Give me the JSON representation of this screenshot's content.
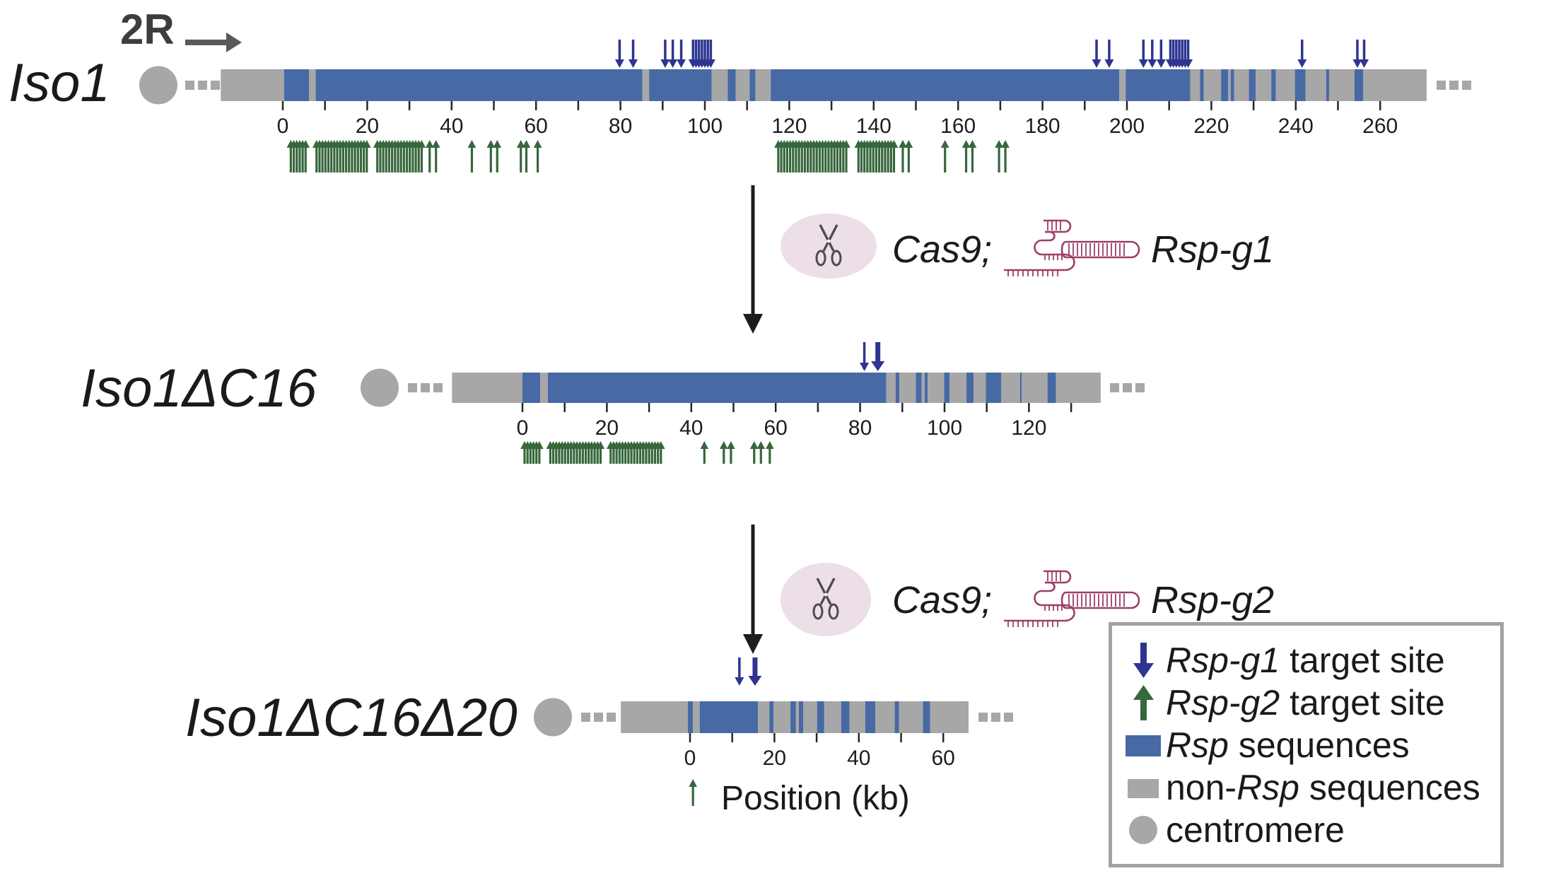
{
  "figure": {
    "arm_label": "2R",
    "position_axis_label": "Position (kb)"
  },
  "palette": {
    "rsp_blue": "#4769a4",
    "non_rsp_gray": "#a7a7a7",
    "g1_navy": "#2e3591",
    "g2_green": "#37673c",
    "ink": "#1c1c1c",
    "cas9_ellipse_pink": "#ecdfe8",
    "scissors_gray": "#4c4c4c",
    "grna_maroon": "#9c3e68",
    "arm_arrow_gray": "#58595b",
    "legend_border_gray": "#a2a2a2"
  },
  "tracks": [
    {
      "id": "Iso1",
      "label": "Iso1",
      "units": "kb",
      "tick_min": 0,
      "tick_max": 260,
      "tick_step": 10,
      "axis_labels": [
        0,
        20,
        40,
        60,
        80,
        100,
        120,
        140,
        160,
        180,
        200,
        220,
        240,
        260
      ],
      "segments": [
        [
          -14.7,
          0.3,
          "g"
        ],
        [
          0.3,
          6.2,
          "b"
        ],
        [
          6.2,
          7.8,
          "g"
        ],
        [
          7.8,
          85.2,
          "b"
        ],
        [
          85.2,
          86.8,
          "g"
        ],
        [
          86.8,
          101.6,
          "b"
        ],
        [
          101.6,
          105.4,
          "g"
        ],
        [
          105.4,
          107.3,
          "b"
        ],
        [
          107.3,
          110.6,
          "g"
        ],
        [
          110.6,
          112,
          "b"
        ],
        [
          112,
          115.6,
          "g"
        ],
        [
          115.6,
          198.2,
          "b"
        ],
        [
          198.2,
          199.7,
          "g"
        ],
        [
          199.7,
          215,
          "b"
        ],
        [
          215,
          217.3,
          "g"
        ],
        [
          217.3,
          218.2,
          "b"
        ],
        [
          218.2,
          222.3,
          "g"
        ],
        [
          222.3,
          224,
          "b"
        ],
        [
          224,
          224.6,
          "g"
        ],
        [
          224.6,
          225.4,
          "b"
        ],
        [
          225.4,
          228.9,
          "g"
        ],
        [
          228.9,
          230.5,
          "b"
        ],
        [
          230.5,
          234.2,
          "g"
        ],
        [
          234.2,
          235.3,
          "b"
        ],
        [
          235.3,
          239.8,
          "g"
        ],
        [
          239.8,
          242.3,
          "b"
        ],
        [
          242.3,
          247.2,
          "g"
        ],
        [
          247.2,
          247.9,
          "b"
        ],
        [
          247.9,
          253.9,
          "g"
        ],
        [
          253.9,
          256,
          "b"
        ],
        [
          256,
          271,
          "g"
        ]
      ],
      "g1_sites": [
        79.8,
        83,
        90.6,
        92.4,
        94.4,
        97.2,
        97.9,
        98.6,
        99.3,
        100,
        100.7,
        101.4,
        192.8,
        195.8,
        203.9,
        206,
        208.1,
        210.3,
        211,
        211.7,
        212.4,
        213.1,
        213.8,
        214.5,
        241.5,
        254.6,
        256.2
      ],
      "g1_bold_sites": [],
      "g2_sites": [
        1.9,
        2.6,
        3.3,
        4.0,
        4.7,
        5.4,
        8.0,
        8.7,
        9.4,
        10.1,
        10.8,
        11.5,
        12.2,
        12.9,
        13.6,
        14.3,
        15.0,
        15.7,
        16.4,
        17.1,
        17.8,
        18.5,
        19.2,
        19.9,
        22.4,
        23.1,
        23.8,
        24.5,
        25.2,
        25.9,
        26.6,
        27.3,
        28.0,
        28.7,
        29.4,
        30.1,
        30.8,
        31.5,
        32.2,
        32.9,
        34.8,
        36.3,
        44.8,
        49.3,
        50.8,
        56.4,
        57.7,
        60.4,
        117.4,
        118.1,
        118.8,
        119.5,
        120.2,
        120.9,
        121.6,
        122.3,
        123.0,
        123.7,
        124.4,
        125.1,
        125.8,
        126.5,
        127.2,
        127.9,
        128.6,
        129.3,
        130.0,
        130.7,
        131.4,
        132.1,
        132.8,
        133.5,
        136.4,
        137.1,
        137.8,
        138.5,
        139.2,
        139.9,
        140.6,
        141.3,
        142.0,
        142.7,
        143.4,
        144.1,
        144.8,
        146.9,
        148.3,
        156.9,
        161.9,
        163.4,
        169.7,
        171.2
      ]
    },
    {
      "id": "Iso1dC16",
      "label": "Iso1ΔC16",
      "units": "kb",
      "tick_min": 0,
      "tick_max": 130,
      "tick_step": 10,
      "axis_labels": [
        0,
        20,
        40,
        60,
        80,
        100,
        120
      ],
      "segments": [
        [
          -16.7,
          0,
          "g"
        ],
        [
          0,
          4.2,
          "b"
        ],
        [
          4.2,
          6,
          "g"
        ],
        [
          6,
          86.2,
          "b"
        ],
        [
          86.2,
          88.4,
          "g"
        ],
        [
          88.4,
          89.3,
          "b"
        ],
        [
          89.3,
          93.2,
          "g"
        ],
        [
          93.2,
          94.6,
          "b"
        ],
        [
          94.6,
          95.3,
          "g"
        ],
        [
          95.3,
          96,
          "b"
        ],
        [
          96,
          99.9,
          "g"
        ],
        [
          99.9,
          101.2,
          "b"
        ],
        [
          101.2,
          105.2,
          "g"
        ],
        [
          105.2,
          106.9,
          "b"
        ],
        [
          106.9,
          109.8,
          "g"
        ],
        [
          109.8,
          113.4,
          "b"
        ],
        [
          113.4,
          117.9,
          "g"
        ],
        [
          117.9,
          118.3,
          "b"
        ],
        [
          118.3,
          124.4,
          "g"
        ],
        [
          124.4,
          126.4,
          "b"
        ],
        [
          126.4,
          137,
          "g"
        ]
      ],
      "g1_sites": [
        81,
        84.2
      ],
      "g1_bold_sites": [
        84.2
      ],
      "g2_sites": [
        0.5,
        1.2,
        1.9,
        2.6,
        3.3,
        4.0,
        6.6,
        7.3,
        8.0,
        8.7,
        9.4,
        10.1,
        10.8,
        11.5,
        12.2,
        12.9,
        13.6,
        14.3,
        15.0,
        15.7,
        16.4,
        17.1,
        17.8,
        18.5,
        20.9,
        21.6,
        22.3,
        23.0,
        23.7,
        24.4,
        25.1,
        25.8,
        26.5,
        27.2,
        27.9,
        28.6,
        29.3,
        30.0,
        30.7,
        31.4,
        32.1,
        32.8,
        43.1,
        47.7,
        49.4,
        54.9,
        56.5,
        58.6
      ]
    },
    {
      "id": "Iso1dC16d20",
      "label": "Iso1ΔC16Δ20",
      "units": "kb",
      "tick_min": 0,
      "tick_max": 60,
      "tick_step": 10,
      "axis_labels": [
        0,
        20,
        40,
        60
      ],
      "segments": [
        [
          -16.4,
          -0.5,
          "g"
        ],
        [
          -0.5,
          0.7,
          "b"
        ],
        [
          0.7,
          2.3,
          "g"
        ],
        [
          2.3,
          16.1,
          "b"
        ],
        [
          16.1,
          18.8,
          "g"
        ],
        [
          18.8,
          19.8,
          "b"
        ],
        [
          19.8,
          23.8,
          "g"
        ],
        [
          23.8,
          25.1,
          "b"
        ],
        [
          25.1,
          25.8,
          "g"
        ],
        [
          25.8,
          26.8,
          "b"
        ],
        [
          26.8,
          30.1,
          "g"
        ],
        [
          30.1,
          31.8,
          "b"
        ],
        [
          31.8,
          35.8,
          "g"
        ],
        [
          35.8,
          37.8,
          "b"
        ],
        [
          37.8,
          41.5,
          "g"
        ],
        [
          41.5,
          43.9,
          "b"
        ],
        [
          43.9,
          48.5,
          "g"
        ],
        [
          48.5,
          49.5,
          "b"
        ],
        [
          49.5,
          55.2,
          "g"
        ],
        [
          55.2,
          56.9,
          "b"
        ],
        [
          56.9,
          66,
          "g"
        ]
      ],
      "g1_sites": [
        11.7,
        15.4
      ],
      "g1_bold_sites": [
        15.4
      ],
      "g2_sites": [
        0.7
      ]
    }
  ],
  "steps": [
    {
      "enzyme": "Cas9;",
      "guide": "Rsp-g1"
    },
    {
      "enzyme": "Cas9;",
      "guide": "Rsp-g2"
    }
  ],
  "legend": {
    "items": [
      {
        "icon": "rsp-g1-arrow",
        "prefix": "",
        "em": "Rsp-g1",
        "rest": " target site"
      },
      {
        "icon": "rsp-g2-arrow",
        "prefix": "",
        "em": "Rsp-g2",
        "rest": " target site"
      },
      {
        "icon": "rsp-swatch",
        "prefix": "",
        "em": "Rsp",
        "rest": " sequences"
      },
      {
        "icon": "non-rsp-swatch",
        "prefix": "non-",
        "em": "Rsp",
        "rest": " sequences"
      },
      {
        "icon": "centromere-swatch",
        "prefix": "",
        "em": "",
        "rest": "centromere"
      }
    ]
  }
}
